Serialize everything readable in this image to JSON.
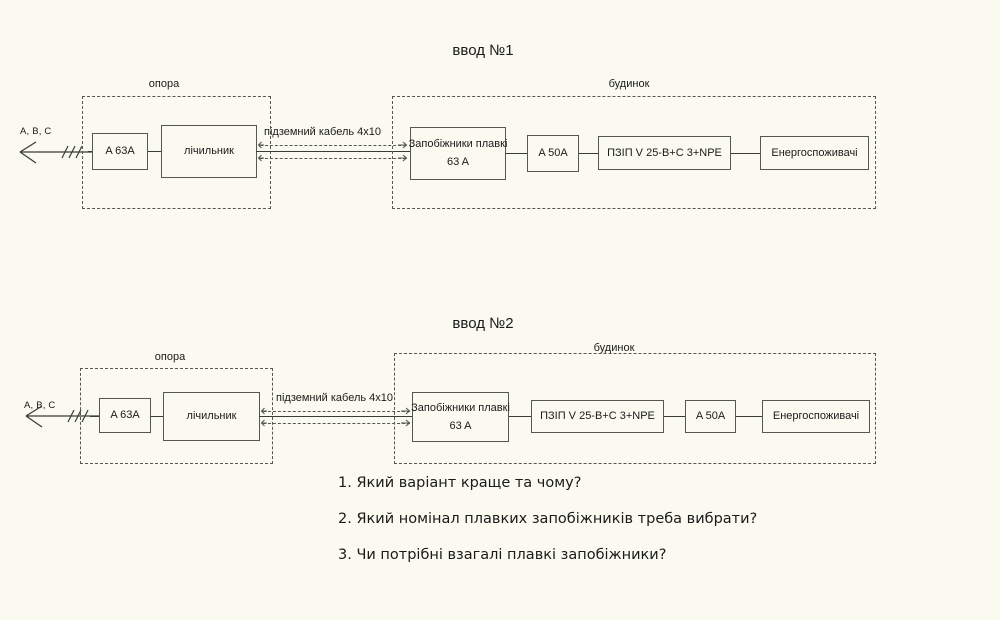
{
  "page": {
    "background_color": "#fbfaf0",
    "line_color": "#55584f",
    "wire_color": "#3a3c36",
    "text_color": "#1a1a1a"
  },
  "diagrams": [
    {
      "title": "ввод №1",
      "pole_zone_label": "опора",
      "house_zone_label": "будинок",
      "incoming_label": "A, B, C",
      "cable_label": "підземний кабель 4x10",
      "pole_blocks": [
        {
          "name": "breaker-63a",
          "line1": "A 63A",
          "line2": ""
        },
        {
          "name": "meter",
          "line1": "лічильник",
          "line2": ""
        }
      ],
      "house_blocks": [
        {
          "name": "fuses",
          "line1": "Запобіжники плавкі",
          "line2": "63 A"
        },
        {
          "name": "breaker-50a",
          "line1": "A 50A",
          "line2": ""
        },
        {
          "name": "spd",
          "line1": "ПЗІП V 25-B+C 3+NPE",
          "line2": ""
        },
        {
          "name": "consumers",
          "line1": "Енергоспоживачі",
          "line2": ""
        }
      ]
    },
    {
      "title": "ввод №2",
      "pole_zone_label": "опора",
      "house_zone_label": "будинок",
      "incoming_label": "A, B, C",
      "cable_label": "підземний кабель 4x10",
      "pole_blocks": [
        {
          "name": "breaker-63a",
          "line1": "A 63A",
          "line2": ""
        },
        {
          "name": "meter",
          "line1": "лічильник",
          "line2": ""
        }
      ],
      "house_blocks": [
        {
          "name": "fuses",
          "line1": "Запобіжники плавкі",
          "line2": "63 A"
        },
        {
          "name": "spd",
          "line1": "ПЗІП V 25-B+C 3+NPE",
          "line2": ""
        },
        {
          "name": "breaker-50a",
          "line1": "A 50A",
          "line2": ""
        },
        {
          "name": "consumers",
          "line1": "Енергоспоживачі",
          "line2": ""
        }
      ]
    }
  ],
  "questions": [
    "1. Який варіант краще та чому?",
    "2. Який номінал плавких запобіжників треба вибрати?",
    "3. Чи потрібні взагалі плавкі запобіжники?"
  ]
}
